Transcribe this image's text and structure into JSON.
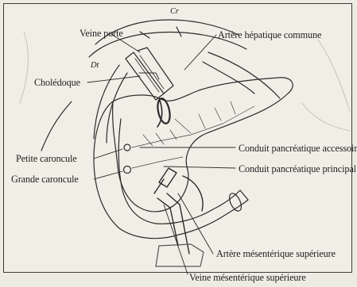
{
  "orientation": {
    "cranial": "Cr",
    "right": "Dt"
  },
  "labels": {
    "portal_vein": "Veine porte",
    "common_hepatic_artery": "Artère hépatique commune",
    "bile_duct": "Cholédoque",
    "minor_papilla": "Petite caroncule",
    "major_papilla": "Grande caroncule",
    "accessory_duct": "Conduit pancréatique accessoire",
    "main_duct": "Conduit pancréatique principal",
    "sup_mesenteric_artery": "Artère mésentérique supérieure",
    "sup_mesenteric_vein": "Veine mésentérique supérieure"
  },
  "colors": {
    "ink": "#1e1e1e",
    "paper": "#f1eee6"
  }
}
